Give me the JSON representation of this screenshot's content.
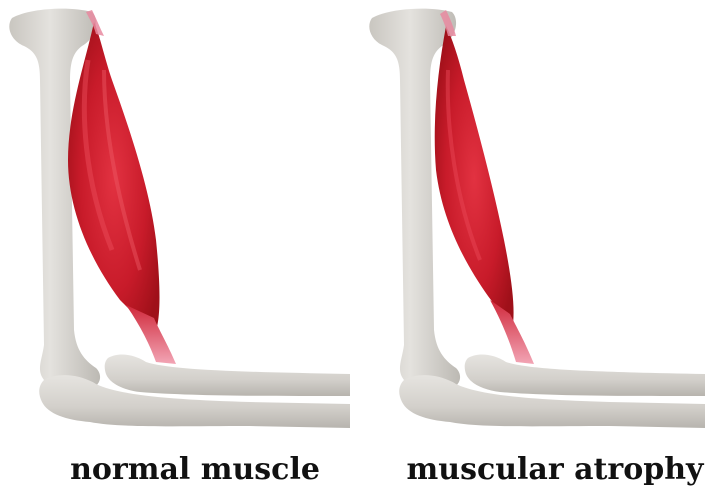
{
  "panels": [
    {
      "id": "normal",
      "caption": "normal muscle"
    },
    {
      "id": "atrophy",
      "caption": "muscular atrophy"
    }
  ],
  "colors": {
    "bone": "#dedcd8",
    "bone_shadow": "#bdbab4",
    "muscle": "#d21f2e",
    "muscle_dark": "#a8121d",
    "tendon": "#e88aa0"
  }
}
